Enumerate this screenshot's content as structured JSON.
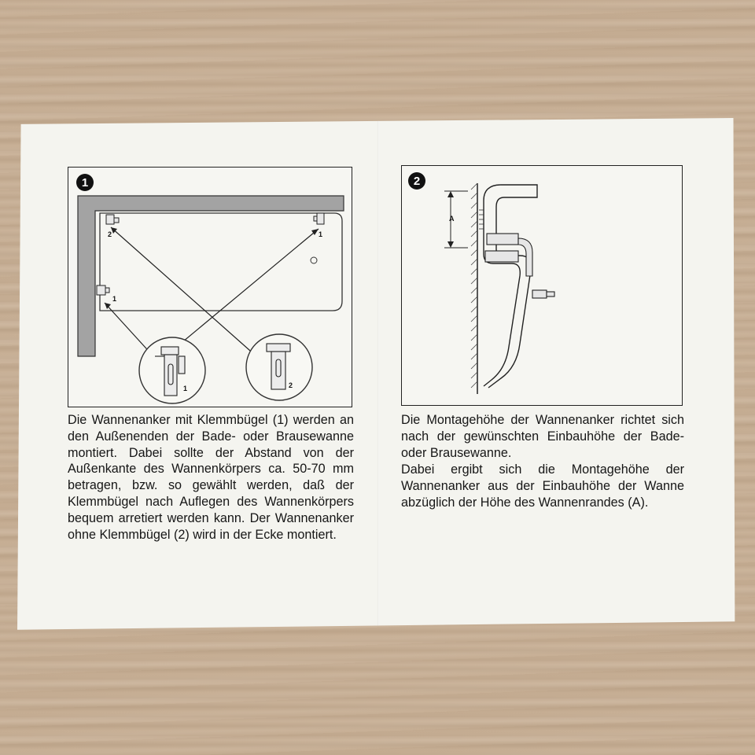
{
  "figures": {
    "fig1": {
      "number": "1",
      "labels": {
        "anchor_top_left": "2",
        "anchor_top_right": "1",
        "anchor_side": "1",
        "detail_left": "1",
        "detail_right": "2"
      }
    },
    "fig2": {
      "number": "2",
      "dimension_label": "A"
    }
  },
  "texts": {
    "left": "Die Wannenanker mit Klemmbügel (1) werden an den Außenenden der Bade- oder Brausewanne montiert. Dabei sollte der Abstand von der Außenkante des Wannenkörpers ca. 50-70 mm betragen, bzw. so gewählt werden, daß der Klemmbügel nach Auflegen des Wannenkörpers bequem arretiert werden kann. Der Wannenanker ohne Klemmbügel (2) wird in der Ecke montiert.",
    "right_1": "Die Montagehöhe der Wannenanker richtet sich nach der gewünschten Einbauhöhe der Bade- oder Brausewanne.",
    "right_2": "Dabei ergibt sich die Montagehöhe der Wannenanker aus der Einbauhöhe der Wanne abzüglich der Höhe des Wannenrandes (A)."
  },
  "colors": {
    "paper": "#f4f4ef",
    "ink": "#161616",
    "table": "#c5ad94"
  }
}
